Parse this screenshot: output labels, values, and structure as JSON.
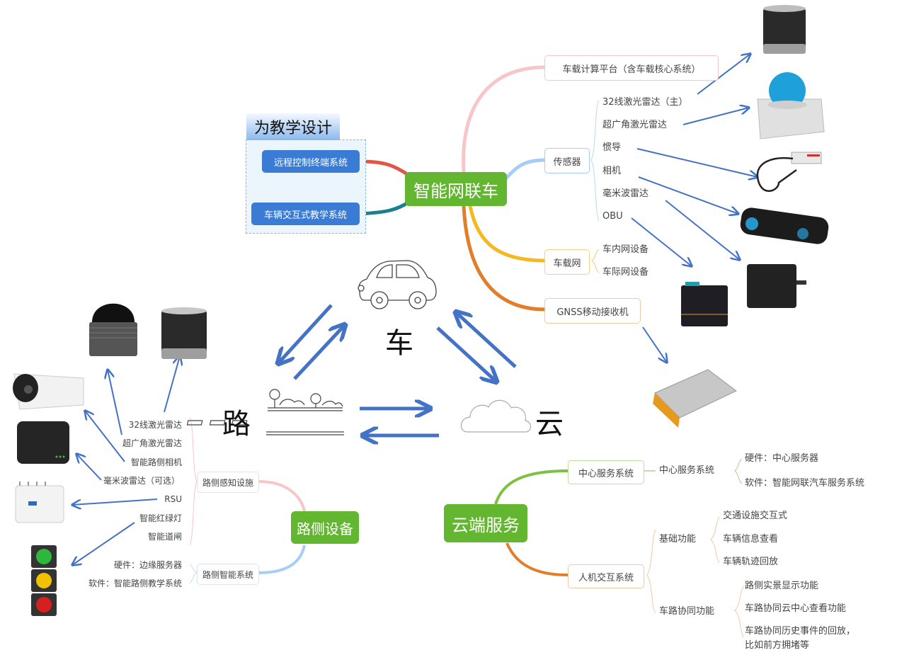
{
  "teaching": {
    "title": "为教学设计",
    "items": [
      "远程控制终端系统",
      "车辆交互式教学系统"
    ]
  },
  "vehicle": {
    "root": "智能网联车",
    "branches": {
      "computing": "车载计算平台（含车载核心系统）",
      "sensors": {
        "label": "传感器",
        "items": [
          "32线激光雷达（主）",
          "超广角激光雷达",
          "惯导",
          "相机",
          "毫米波雷达",
          "OBU"
        ]
      },
      "network": {
        "label": "车载网",
        "items": [
          "车内网设备",
          "车际网设备"
        ]
      },
      "gnss": "GNSS移动接收机"
    }
  },
  "triangle": {
    "car": "车",
    "road": "路",
    "cloud": "云"
  },
  "roadside": {
    "root": "路侧设备",
    "perception": {
      "label": "路侧感知设施",
      "items": [
        "32线激光雷达",
        "超广角激光雷达",
        "智能路侧相机",
        "毫米波雷达（可选）",
        "RSU",
        "智能红绿灯",
        "智能道闸"
      ]
    },
    "intelligent": {
      "label": "路侧智能系统",
      "items": [
        "硬件：边缘服务器",
        "软件：智能路侧教学系统"
      ]
    }
  },
  "cloud": {
    "root": "云端服务",
    "center": {
      "label": "中心服务系统",
      "sub": "中心服务系统",
      "items": [
        "硬件：中心服务器",
        "软件：智能网联汽车服务系统"
      ]
    },
    "hmi": {
      "label": "人机交互系统",
      "basic": {
        "label": "基础功能",
        "items": [
          "交通设施交互式",
          "车辆信息查看",
          "车辆轨迹回放"
        ]
      },
      "coop": {
        "label": "车路协同功能",
        "items": [
          "路侧实景显示功能",
          "车路协同云中心查看功能",
          "车路协同历史事件的回放，",
          "比如前方拥堵等"
        ]
      }
    }
  },
  "colors": {
    "root_green": "#62b630",
    "arrow_blue": "#4472c4",
    "teaching_blue": "#3a7bd5",
    "branch_pink": "#f7c6c8",
    "branch_lightblue": "#a8cdf5",
    "branch_yellow": "#f5b820",
    "branch_orange": "#e27e2a",
    "branch_red": "#e0574a",
    "branch_teal": "#1c7f8c"
  }
}
